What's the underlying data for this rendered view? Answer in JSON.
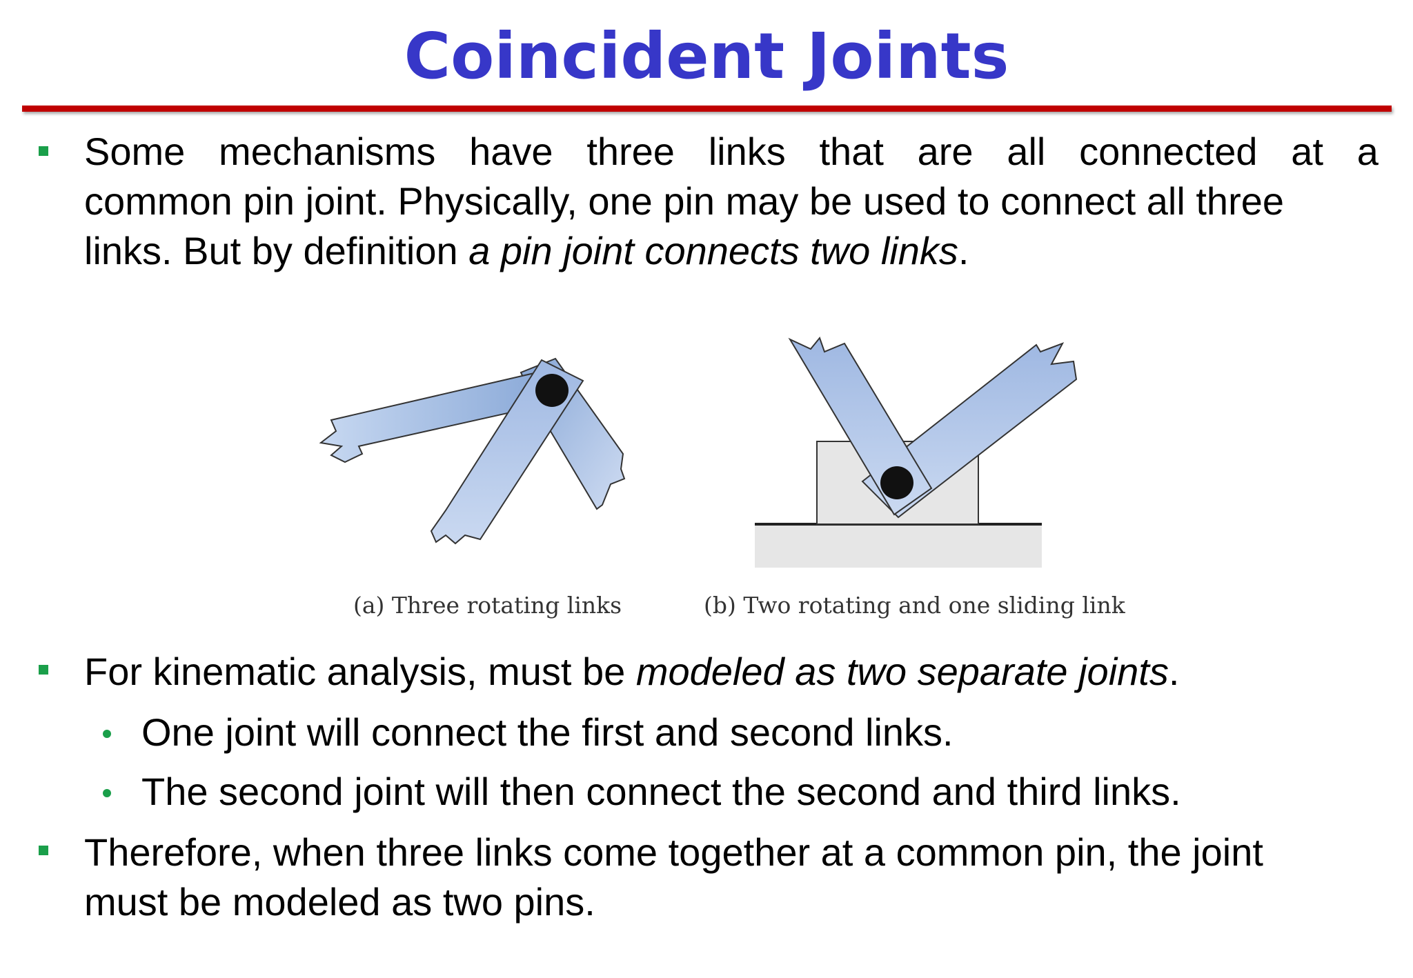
{
  "title": "Coincident Joints",
  "bullets": {
    "b1": {
      "line1_words": [
        "Some",
        "mechanisms",
        "have",
        "three",
        "links",
        "that",
        "are",
        "all",
        "connected",
        "at",
        "a"
      ],
      "line2": "common pin joint. Physically, one pin may be used to connect all three",
      "line3_prefix": "links. But by definition ",
      "line3_italic": "a pin joint connects two links",
      "line3_suffix": "."
    },
    "b2": {
      "prefix": "For kinematic analysis, must be ",
      "italic": "modeled as two separate joints",
      "suffix": "."
    },
    "sub1": "One joint will connect the first and second links.",
    "sub2": "The second joint will then connect the second and third links.",
    "b3": {
      "line1": "Therefore, when three links come together at a common pin, the joint",
      "line2": "must be modeled as two pins."
    }
  },
  "figure": {
    "caption_a": "(a) Three rotating links",
    "caption_b": "(b) Two rotating and one sliding link"
  },
  "colors": {
    "title": "#3737c8",
    "rule": "#c00000",
    "bullet": "#1a9f4a",
    "link_fill": "#b9cdec",
    "link_shade": "#7f9fd0",
    "block_fill": "#e6e6e6"
  }
}
